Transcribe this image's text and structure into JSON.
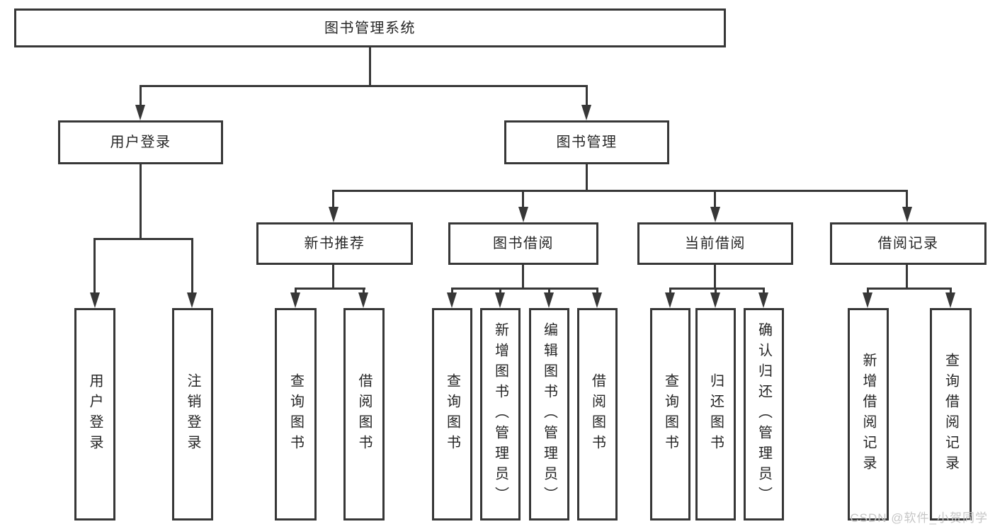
{
  "root": {
    "label": "图书管理系统"
  },
  "level2": {
    "user_login": {
      "label": "用户登录",
      "children": {
        "login": {
          "label": "用户登录"
        },
        "logout": {
          "label": "注销登录"
        }
      }
    },
    "book_mgmt": {
      "label": "图书管理"
    }
  },
  "level3": {
    "new_book": {
      "label": "新书推荐",
      "children": {
        "query": {
          "label": "查询图书"
        },
        "borrow": {
          "label": "借阅图书"
        }
      }
    },
    "borrow": {
      "label": "图书借阅",
      "children": {
        "query": {
          "label": "查询图书"
        },
        "add": {
          "label": "新增图书（管理员）"
        },
        "edit": {
          "label": "编辑图书（管理员）"
        },
        "borrow": {
          "label": "借阅图书"
        }
      }
    },
    "current": {
      "label": "当前借阅",
      "children": {
        "query": {
          "label": "查询图书"
        },
        "return": {
          "label": "归还图书"
        },
        "confirm": {
          "label": "确认归还（管理员）"
        }
      }
    },
    "records": {
      "label": "借阅记录",
      "children": {
        "add": {
          "label": "新增借阅记录"
        },
        "query": {
          "label": "查询借阅记录"
        }
      }
    }
  },
  "watermark": {
    "text": "CSDN @软件_小贺同学"
  },
  "colors": {
    "line": "#373737",
    "text": "#262626",
    "watermark": "#c6c6c6",
    "background": "#ffffff"
  }
}
